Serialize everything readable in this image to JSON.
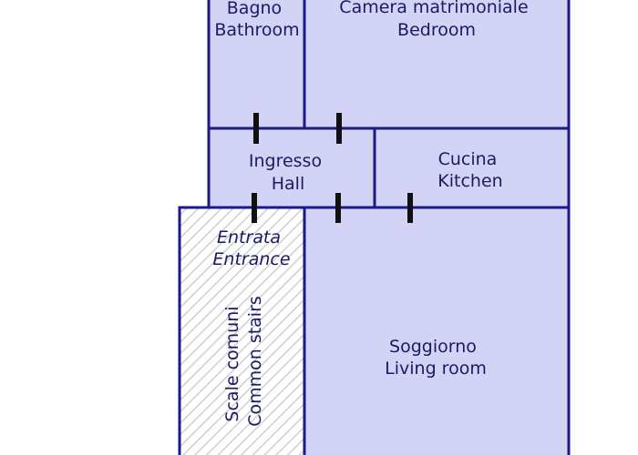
{
  "colors": {
    "wall": "#1a1a8c",
    "room_fill": "#d3d3f5",
    "hatch": "#cfcfcf",
    "door_mark": "#111111",
    "text": "#1a1a66"
  },
  "rooms": {
    "bathroom": {
      "it": "Bagno",
      "en": "Bathroom"
    },
    "bedroom": {
      "it": "Camera matrimoniale",
      "en": "Bedroom"
    },
    "hall": {
      "it": "Ingresso",
      "en": "Hall"
    },
    "kitchen": {
      "it": "Cucina",
      "en": "Kitchen"
    },
    "entrance": {
      "it": "Entrata",
      "en": "Entrance"
    },
    "stairs": {
      "it": "Scale comuni",
      "en": "Common stairs"
    },
    "living": {
      "it": "Soggiorno",
      "en": "Living room"
    }
  }
}
